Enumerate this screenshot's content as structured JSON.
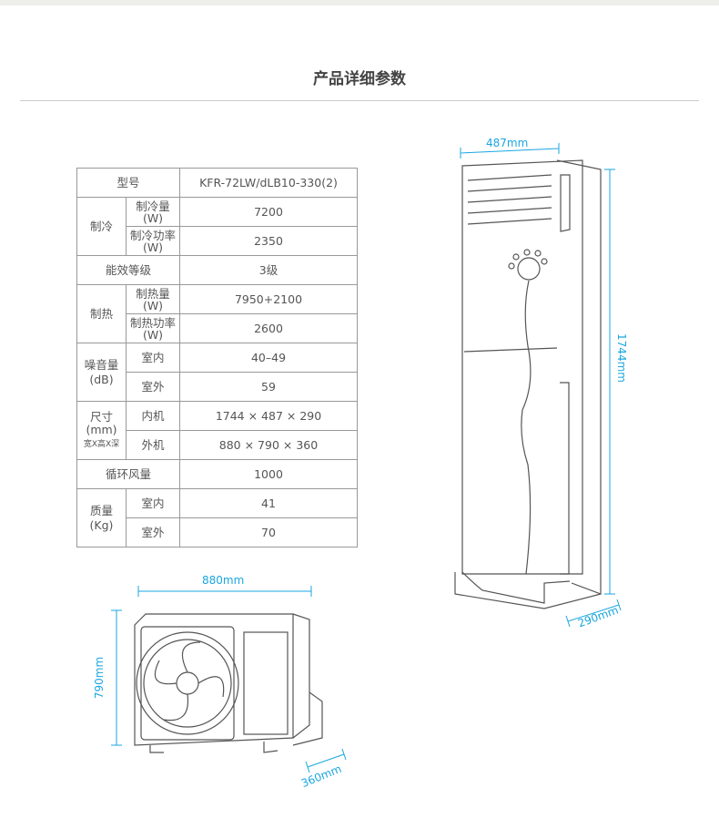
{
  "title": "产品详细参数",
  "table": {
    "model_label": "型号",
    "model_value": "KFR-72LW/dLB10-330(2)",
    "cooling": {
      "label": "制冷",
      "capacity_label": "制冷量",
      "capacity_unit": "(W)",
      "capacity": "7200",
      "power_label": "制冷功率",
      "power_unit": "(W)",
      "power": "2350"
    },
    "efficiency": {
      "label": "能效等级",
      "value": "3级"
    },
    "heating": {
      "label": "制热",
      "capacity_label": "制热量",
      "capacity_unit": "(W)",
      "capacity": "7950+2100",
      "power_label": "制热功率",
      "power_unit": "(W)",
      "power": "2600"
    },
    "noise": {
      "label": "噪音量",
      "unit": "(dB)",
      "indoor_label": "室内",
      "indoor": "40–49",
      "outdoor_label": "室外",
      "outdoor": "59"
    },
    "size": {
      "label": "尺寸",
      "unit": "(mm)",
      "note": "宽X高X深",
      "indoor_label": "内机",
      "indoor": "1744 × 487 × 290",
      "outdoor_label": "外机",
      "outdoor": "880 × 790 × 360"
    },
    "airflow": {
      "label": "循环风量",
      "value": "1000"
    },
    "weight": {
      "label": "质量",
      "unit": "(Kg)",
      "indoor_label": "室内",
      "indoor": "41",
      "outdoor_label": "室外",
      "outdoor": "70"
    }
  },
  "dimensions": {
    "indoor_width": "487mm",
    "indoor_height": "1744mm",
    "indoor_depth": "290mm",
    "outdoor_width": "880mm",
    "outdoor_height": "790mm",
    "outdoor_depth": "360mm"
  },
  "colors": {
    "dimension": "#1aa6e0",
    "line": "#555555"
  }
}
